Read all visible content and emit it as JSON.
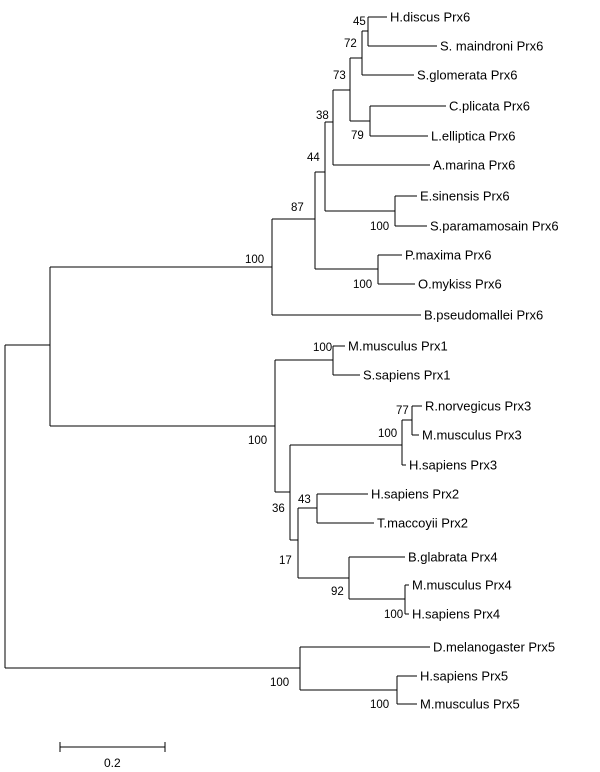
{
  "taxa": {
    "h_discus": "H.discus Prx6",
    "s_maindroni": "S. maindroni Prx6",
    "s_glomerata": "S.glomerata Prx6",
    "c_plicata": "C.plicata Prx6",
    "l_elliptica": "L.elliptica Prx6",
    "a_marina": "A.marina Prx6",
    "e_sinensis": "E.sinensis Prx6",
    "s_paramamosain": "S.paramamosain Prx6",
    "p_maxima": "P.maxima Prx6",
    "o_mykiss": "O.mykiss Prx6",
    "b_pseudomallei": "B.pseudomallei Prx6",
    "m_musculus_prx1": "M.musculus Prx1",
    "s_sapiens_prx1": "S.sapiens Prx1",
    "r_norvegicus_prx3": "R.norvegicus Prx3",
    "m_musculus_prx3": "M.musculus Prx3",
    "h_sapiens_prx3": "H.sapiens Prx3",
    "h_sapiens_prx2": "H.sapiens Prx2",
    "t_maccoyii_prx2": "T.maccoyii Prx2",
    "b_glabrata_prx4": "B.glabrata Prx4",
    "m_musculus_prx4": "M.musculus Prx4",
    "h_sapiens_prx4": "H.sapiens Prx4",
    "d_melanogaster_prx5": "D.melanogaster Prx5",
    "h_sapiens_prx5": "H.sapiens Prx5",
    "m_musculus_prx5": "M.musculus Prx5"
  },
  "bootstrap": {
    "hdiscus_smaindroni": "45",
    "plus_sglomerata": "72",
    "plus_cplicata_lelliptica": "73",
    "cplicata_lelliptica": "79",
    "plus_amarina": "38",
    "plus_crabs": "44",
    "esinensis_sparamamosain": "100",
    "plus_pmaxima_omykiss": "87",
    "pmaxima_omykiss": "100",
    "prx6_clade": "100",
    "prx1_pair": "100",
    "rnorvegicus_mmusculus_prx3": "77",
    "prx3_clade": "100",
    "prx2_pair": "43",
    "prx2_prx4": "17",
    "prx4_clade": "92",
    "mmusculus_hsapiens_prx4": "100",
    "prx3_vs_prx2_prx4": "36",
    "prx1_prx2_prx3_prx4": "100",
    "prx5_clade": "100",
    "hsapiens_mmusculus_prx5": "100"
  },
  "scale_bar": {
    "label": "0.2"
  }
}
